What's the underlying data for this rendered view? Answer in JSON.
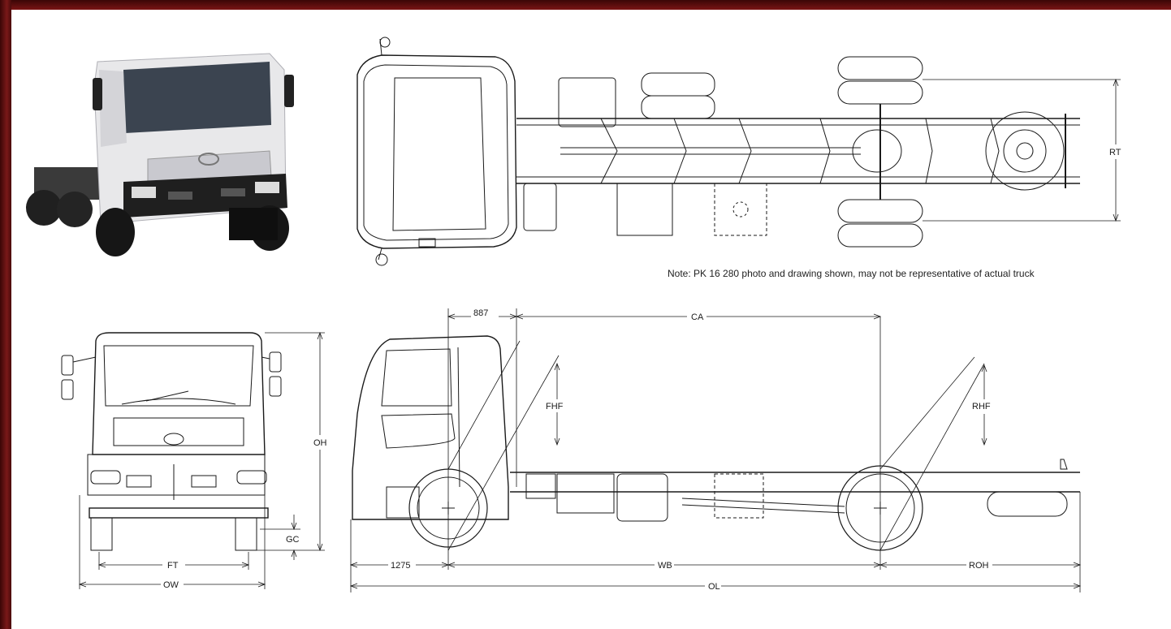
{
  "note": "Note: PK 16 280 photo and drawing shown, may not be representative of actual truck",
  "dimensions": {
    "rt": "RT",
    "dim_887": "887",
    "ca": "CA",
    "fhf": "FHF",
    "rhf": "RHF",
    "oh": "OH",
    "gc": "GC",
    "ft": "FT",
    "ow": "OW",
    "dim_1275": "1275",
    "wb": "WB",
    "roh": "ROH",
    "ol": "OL"
  },
  "photo_alt": "UD truck photo",
  "colors": {
    "line": "#1a1a1a",
    "paper": "#ffffff",
    "border": "#5a1010"
  }
}
